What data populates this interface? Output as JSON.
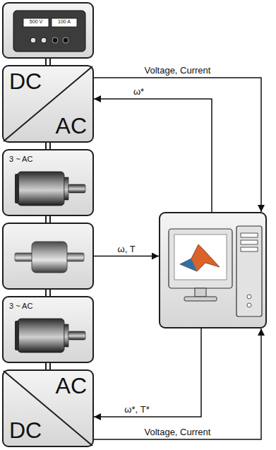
{
  "diagram": {
    "nodes": [
      {
        "text": [
          "500 V",
          "100 A"
        ]
      },
      {
        "text": [
          "DC",
          "AC"
        ]
      },
      {
        "text": [
          "3 ~ AC"
        ]
      },
      {
        "text": []
      },
      {
        "text": [
          "3 ~ AC"
        ]
      },
      {
        "text": [
          "AC",
          "DC"
        ]
      },
      {
        "text": []
      }
    ],
    "edges": [
      {
        "from": 0,
        "to": 1,
        "arrow": "none"
      },
      {
        "from": 1,
        "to": 2,
        "arrow": "none"
      },
      {
        "from": 2,
        "to": 3,
        "arrow": "none"
      },
      {
        "from": 3,
        "to": 4,
        "arrow": "none"
      },
      {
        "from": 4,
        "to": 5,
        "arrow": "none"
      },
      {
        "from": 1,
        "to": 6,
        "label": "Voltage, Current",
        "arrow": "to"
      },
      {
        "from": 6,
        "to": 1,
        "label": "ω*",
        "arrow": "to"
      },
      {
        "from": 3,
        "to": 6,
        "label": "ω, T",
        "arrow": "to"
      },
      {
        "from": 6,
        "to": 5,
        "label": "ω*, T*",
        "arrow": "to"
      },
      {
        "from": 5,
        "to": 6,
        "label": "Voltage, Current",
        "arrow": "to"
      }
    ]
  }
}
